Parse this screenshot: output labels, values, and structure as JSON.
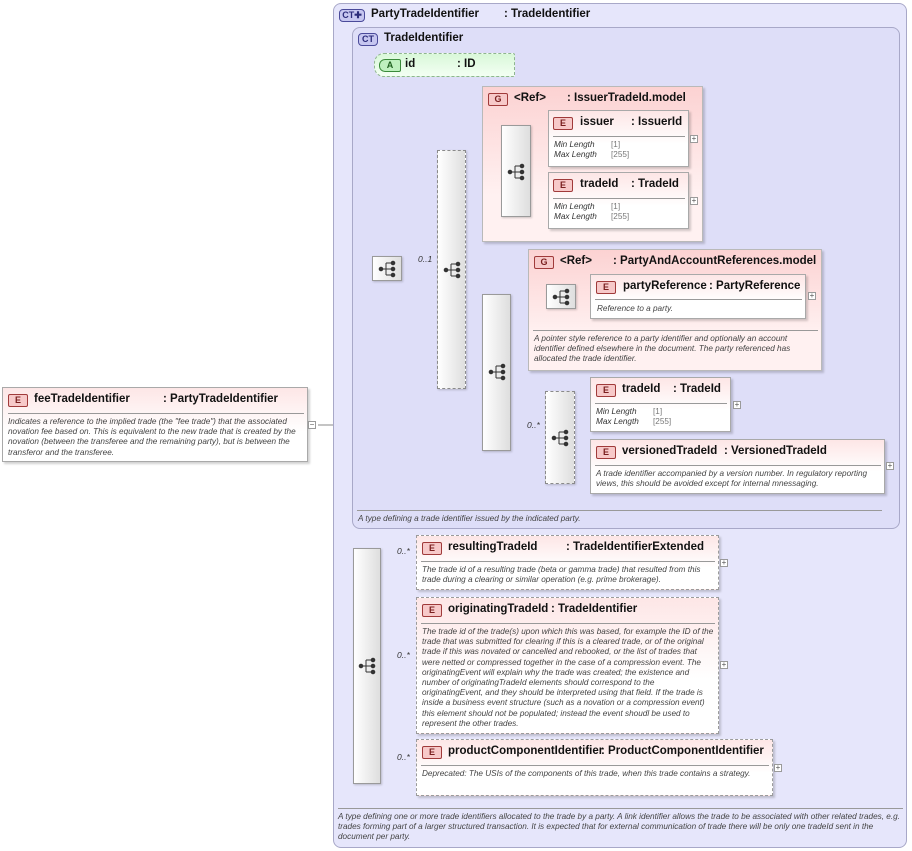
{
  "root": {
    "badge": "E",
    "name": "feeTradeIdentifier",
    "type": ": PartyTradeIdentifier",
    "doc": "Indicates a reference to the implied trade (the \"fee trade\") that the associated novation fee based on. This is equivalent to the new trade that is created by the novation (between the transferee and the remaining party), but is between the transferor and the transferee.",
    "toggle": "−"
  },
  "outer_type": {
    "badge": "CT✚",
    "name": "PartyTradeIdentifier",
    "type": ": TradeIdentifier",
    "doc": "A type defining one or more trade identifiers allocated to the trade by a party. A link identifier allows the trade to be associated with other related trades, e.g. trades forming part of a larger structured transaction. It is expected that for external communication of trade there will be only one tradeId sent in the document per party."
  },
  "inner_type": {
    "badge": "CT",
    "name": "TradeIdentifier",
    "doc": "A type defining a trade identifier issued by the indicated party."
  },
  "attribute": {
    "badge": "A",
    "name": "id",
    "type": ": ID"
  },
  "choice_multiplicity": "0..1",
  "group_issuer": {
    "badge": "G",
    "name": "<Ref>",
    "type": ": IssuerTradeId.model",
    "issuer": {
      "badge": "E",
      "name": "issuer",
      "type": ": IssuerId",
      "facets": [
        {
          "label": "Min Length",
          "value": "[1]"
        },
        {
          "label": "Max Length",
          "value": "[255]"
        }
      ]
    },
    "tradeId": {
      "badge": "E",
      "name": "tradeId",
      "type": ": TradeId",
      "facets": [
        {
          "label": "Min Length",
          "value": "[1]"
        },
        {
          "label": "Max Length",
          "value": "[255]"
        }
      ]
    }
  },
  "group_party": {
    "badge": "G",
    "name": "<Ref>",
    "type": ": PartyAndAccountReferences.model",
    "doc": "A pointer style reference to a party identifier and optionally an account identifier defined elsewhere in the document. The party referenced has allocated the trade identifier.",
    "partyReference": {
      "badge": "E",
      "name": "partyReference",
      "type": ": PartyReference",
      "doc": "Reference to a party."
    }
  },
  "seq_multiplicity": "0..*",
  "tradeId2": {
    "badge": "E",
    "name": "tradeId",
    "type": ": TradeId",
    "facets": [
      {
        "label": "Min Length",
        "value": "[1]"
      },
      {
        "label": "Max Length",
        "value": "[255]"
      }
    ]
  },
  "versionedTradeId": {
    "badge": "E",
    "name": "versionedTradeId",
    "type": ": VersionedTradeId",
    "doc": "A trade identifier accompanied by a version number. In regulatory reporting views, this should be avoided except for internal mnessaging."
  },
  "resultingTradeId": {
    "badge": "E",
    "name": "resultingTradeId",
    "type": ": TradeIdentifierExtended",
    "multiplicity": "0..*",
    "doc": "The trade id of a resulting trade (beta or gamma trade) that resulted from this trade during a clearing or similar operation (e.g. prime brokerage)."
  },
  "originatingTradeId": {
    "badge": "E",
    "name": "originatingTradeId",
    "type": ": TradeIdentifier",
    "multiplicity": "0..*",
    "doc": "The trade id of the trade(s) upon which this was based, for example the ID of the trade that was submitted for clearing if this is a cleared trade, or of the original trade if this was novated or cancelled and rebooked, or the list of trades that were netted or compressed together in the case of a compression event. The originatingEvent will explain why the trade was created; the existence and number of originatingTradeId elements should correspond to the originatingEvent, and they should be interpreted using that field. If the trade is inside a business event structure (such as a novation or a compression event) this element should not be populated; instead the event shoudl be used to represent the other trades."
  },
  "productComponentIdentifier": {
    "badge": "E",
    "name": "productComponentIdentifier",
    "type": ": ProductComponentIdentifier",
    "multiplicity": "0..*",
    "doc": "Deprecated: The USIs of the components of this trade, when this trade contains a strategy."
  },
  "plus_sign": "+"
}
